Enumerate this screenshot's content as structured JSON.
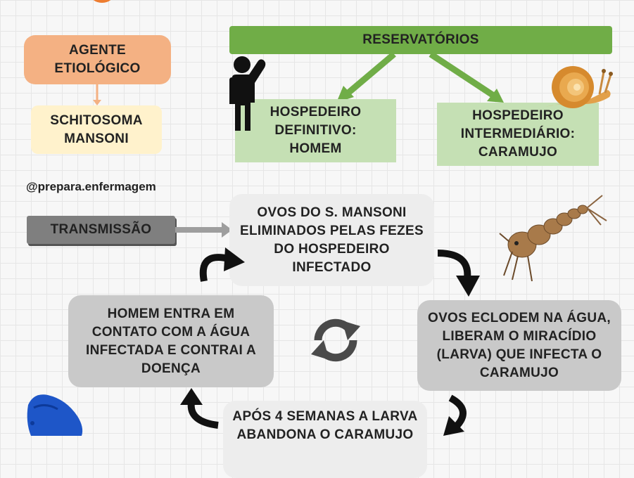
{
  "agent": {
    "title": "AGENTE\nETIOLÓGICO",
    "name": "SCHITOSOMA\nMANSONI"
  },
  "reservoirs": {
    "title": "RESERVATÓRIOS",
    "definitive": "HOSPEDEIRO\nDEFINITIVO:\nHOMEM",
    "intermediate": "HOSPEDEIRO\nINTERMEDIÁRIO:\nCARAMUJO"
  },
  "handle": "@prepara.enfermagem",
  "transmission": {
    "label": "TRANSMISSÃO",
    "steps": [
      "OVOS DO S. MANSONI\nELIMINADOS PELAS FEZES\nDO HOSPEDEIRO\nINFECTADO",
      "OVOS ECLODEM NA ÁGUA,\nLIBERAM O MIRACÍDIO\n(LARVA) QUE INFECTA O\nCARAMUJO",
      "APÓS 4 SEMANAS A LARVA\nABANDONA O CARAMUJO",
      "HOMEM ENTRA EM\nCONTATO COM A ÁGUA\nINFECTADA E CONTRAI A\nDOENÇA"
    ]
  },
  "icons": [
    "person-icon",
    "snail-icon",
    "larva-icon",
    "cycle-icon",
    "parasite-icon"
  ],
  "colors": {
    "agent_title_bg": "#f4b183",
    "agent_name_bg": "#fff2cc",
    "reservoir_bar": "#70ad47",
    "host_box": "#c5e0b4",
    "transmission_bar": "#7f7f7f",
    "step_light": "#ededed",
    "step_dark": "#c9c9c9"
  }
}
